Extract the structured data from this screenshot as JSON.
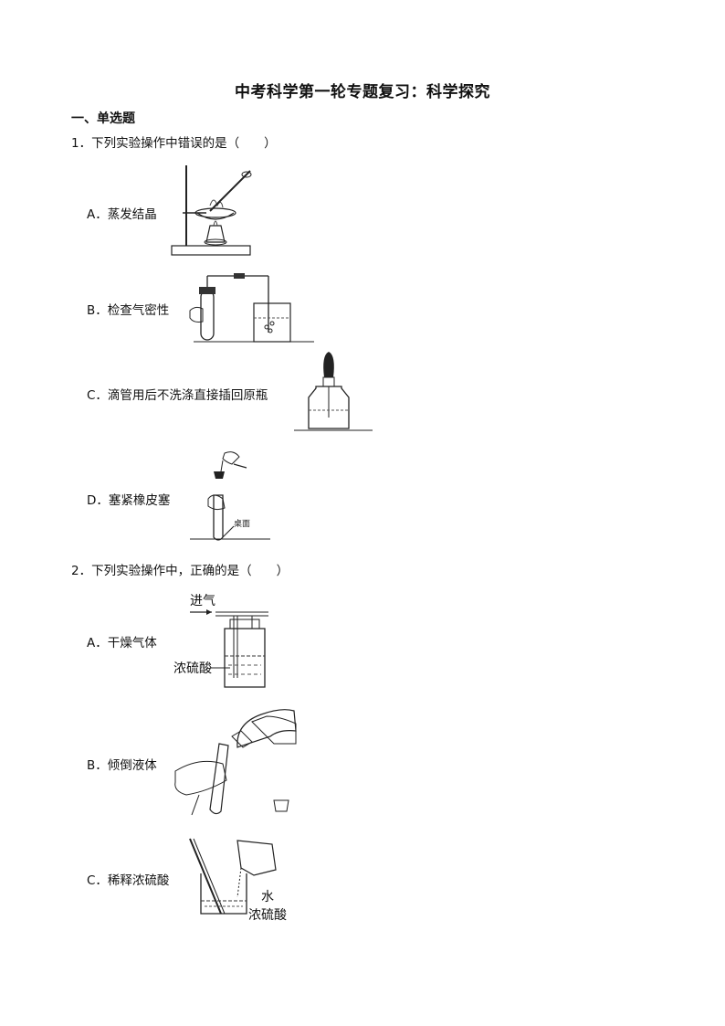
{
  "doc": {
    "title": "中考科学第一轮专题复习：科学探究",
    "section": "一、单选题"
  },
  "q1": {
    "stem": "1．下列实验操作中错误的是（　　）",
    "options": {
      "a": "A．蒸发结晶",
      "b": "B．检查气密性",
      "c": "C．滴管用后不洗涤直接插回原瓶",
      "d": "D．塞紧橡皮塞"
    },
    "fig_d_label": "桌面"
  },
  "q2": {
    "stem": "2．下列实验操作中，正确的是（　　）",
    "options": {
      "a": "A．干燥气体",
      "b": "B．倾倒液体",
      "c": "C．稀释浓硫酸"
    },
    "fig_a_labels": {
      "inlet": "进气",
      "acid": "浓硫酸"
    },
    "fig_c_labels": {
      "water": "水",
      "acid": "浓硫酸"
    }
  }
}
